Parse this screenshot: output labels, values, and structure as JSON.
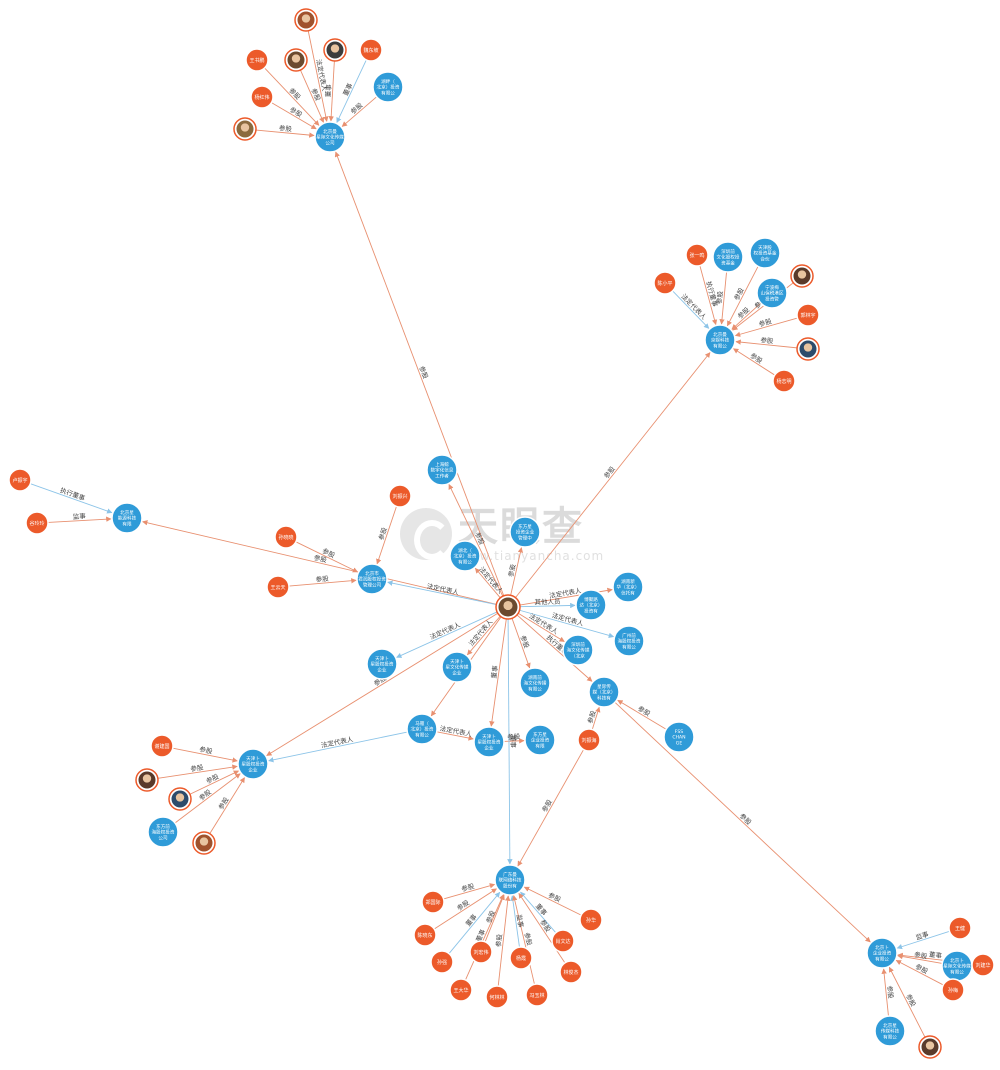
{
  "watermark": {
    "brand": "天眼查",
    "url": "www.tianyancha.com"
  },
  "edge_labels": {
    "invest": "参股",
    "legal_rep": "法定代表人",
    "exec": "高管",
    "director": "董事",
    "exec_director": "执行董事",
    "supervisor": "监事",
    "other_exec": "其他人员"
  },
  "colors": {
    "company": "#2f9bd8",
    "person": "#ec5a2a",
    "edge_orange": "#e89070",
    "edge_blue": "#8cc4e8",
    "edge_gray": "#b8b8b8"
  },
  "nodes": [
    {
      "id": "center",
      "type": "person",
      "label": "",
      "photo": true
    },
    {
      "id": "c_top",
      "type": "company",
      "label": "北京曼 星际文化传媒 公司"
    },
    {
      "id": "c_top_a",
      "type": "company",
      "label": "湖畔（ 北京）投资 有限公"
    },
    {
      "id": "p_top1",
      "type": "person",
      "label": "王书鹏"
    },
    {
      "id": "p_top2",
      "type": "person",
      "label": "杨红伟"
    },
    {
      "id": "p_top3",
      "type": "person",
      "label": "魏东坡"
    },
    {
      "id": "ph_top1",
      "type": "person",
      "label": "",
      "photo": true
    },
    {
      "id": "ph_top2",
      "type": "person",
      "label": "",
      "photo": true
    },
    {
      "id": "ph_top3",
      "type": "person",
      "label": "",
      "photo": true
    },
    {
      "id": "ph_top4",
      "type": "person",
      "label": "",
      "photo": true
    },
    {
      "id": "c_ne",
      "type": "company",
      "label": "北京曼 京娱科技 有限公"
    },
    {
      "id": "c_ne_a",
      "type": "company",
      "label": "深圳前 文化股权投 资基金"
    },
    {
      "id": "c_ne_b",
      "type": "company",
      "label": "天津股 权投资基金 合伙"
    },
    {
      "id": "c_ne_c",
      "type": "company",
      "label": "宁波梅 山保税港区 投资管"
    },
    {
      "id": "p_ne1",
      "type": "person",
      "label": "张一鸣"
    },
    {
      "id": "p_ne2",
      "type": "person",
      "label": "陈小平"
    },
    {
      "id": "p_ne3",
      "type": "person",
      "label": "郭林宇"
    },
    {
      "id": "p_ne4",
      "type": "person",
      "label": "杨志明"
    },
    {
      "id": "ph_ne1",
      "type": "person",
      "label": "",
      "photo": true
    },
    {
      "id": "ph_ne2",
      "type": "person",
      "label": "",
      "photo": true
    },
    {
      "id": "c_w",
      "type": "company",
      "label": "北京星 能源科技 有限"
    },
    {
      "id": "p_w1",
      "type": "person",
      "label": "卢振宇"
    },
    {
      "id": "p_w2",
      "type": "person",
      "label": "谷玲玲"
    },
    {
      "id": "c_mid1",
      "type": "company",
      "label": "北京市 君润股权投资 管理公司"
    },
    {
      "id": "p_mid1",
      "type": "person",
      "label": "孙晓晓"
    },
    {
      "id": "c_mid2",
      "type": "company",
      "label": "上海鲸 数字化信息 工作者"
    },
    {
      "id": "c_mid3",
      "type": "company",
      "label": "湖北（ 北京）投资 有限公"
    },
    {
      "id": "c_mid4",
      "type": "company",
      "label": "东方星 投资企业 管理中"
    },
    {
      "id": "p_mid2",
      "type": "person",
      "label": "王云天"
    },
    {
      "id": "p_mid3",
      "type": "person",
      "label": "刘振兴"
    },
    {
      "id": "c_r1",
      "type": "company",
      "label": "湖南新 华（北京） 信托有"
    },
    {
      "id": "c_r2",
      "type": "company",
      "label": "博聚路 达（北京） 投资有"
    },
    {
      "id": "c_r3",
      "type": "company",
      "label": "深圳前 海文化传媒 （北京"
    },
    {
      "id": "c_r4",
      "type": "company",
      "label": "广州前 海股权投资 有限公"
    },
    {
      "id": "c_r5",
      "type": "company",
      "label": "星际传 媒（北京） 科技有"
    },
    {
      "id": "c_r6",
      "type": "company",
      "label": "FSS CHAN GE"
    },
    {
      "id": "p_r1",
      "type": "person",
      "label": "刘振海"
    },
    {
      "id": "c_l1",
      "type": "company",
      "label": "天津卜 星股权投资 企业"
    },
    {
      "id": "c_l2",
      "type": "company",
      "label": "天津卜 星文化传媒 企业"
    },
    {
      "id": "c_l3",
      "type": "company",
      "label": "马雁（ 北京）投资 有限公"
    },
    {
      "id": "c_l4",
      "type": "company",
      "label": "天津卜 星股权投资 企业"
    },
    {
      "id": "c_l5",
      "type": "company",
      "label": "湖南前 海文化传播 有限公"
    },
    {
      "id": "c_l6",
      "type": "company",
      "label": "东方星 企业投资 有限"
    },
    {
      "id": "c_sw",
      "type": "company",
      "label": "天津卜 星股权投资 企业"
    },
    {
      "id": "c_sw_a",
      "type": "company",
      "label": "东方前 海股权投资 公司"
    },
    {
      "id": "p_sw1",
      "type": "person",
      "label": "谢建国"
    },
    {
      "id": "ph_sw1",
      "type": "person",
      "label": "",
      "photo": true
    },
    {
      "id": "ph_sw2",
      "type": "person",
      "label": "",
      "photo": true
    },
    {
      "id": "ph_sw3",
      "type": "person",
      "label": "",
      "photo": true
    },
    {
      "id": "c_s",
      "type": "company",
      "label": "广东曼 联网络科技 股份有"
    },
    {
      "id": "p_s1",
      "type": "person",
      "label": "郑国际"
    },
    {
      "id": "p_s2",
      "type": "person",
      "label": "陈晓东"
    },
    {
      "id": "p_s3",
      "type": "person",
      "label": "孙强"
    },
    {
      "id": "p_s4",
      "type": "person",
      "label": "王大华"
    },
    {
      "id": "p_s5",
      "type": "person",
      "label": "刘宏伟"
    },
    {
      "id": "p_s6",
      "type": "person",
      "label": "何林林"
    },
    {
      "id": "p_s7",
      "type": "person",
      "label": "杨霞"
    },
    {
      "id": "p_s8",
      "type": "person",
      "label": "冯玉林"
    },
    {
      "id": "p_s9",
      "type": "person",
      "label": "肖文达"
    },
    {
      "id": "p_s10",
      "type": "person",
      "label": "林俊杰"
    },
    {
      "id": "p_s11",
      "type": "person",
      "label": "孙华"
    },
    {
      "id": "c_se",
      "type": "company",
      "label": "北京卜 企业投资 有限公"
    },
    {
      "id": "c_se_a",
      "type": "company",
      "label": "北京卜 星际文化传媒 有限公"
    },
    {
      "id": "c_se_b",
      "type": "company",
      "label": "北京星 传媒科技 有限公"
    },
    {
      "id": "p_se1",
      "type": "person",
      "label": "王健"
    },
    {
      "id": "p_se2",
      "type": "person",
      "label": "刘建华"
    },
    {
      "id": "p_se3",
      "type": "person",
      "label": "孙梅"
    },
    {
      "id": "ph_se1",
      "type": "person",
      "label": "",
      "photo": true
    }
  ],
  "edges": [
    {
      "from": "center",
      "to": "c_top",
      "label": "参股"
    },
    {
      "from": "c_top_a",
      "to": "c_top",
      "label": "参股"
    },
    {
      "from": "p_top1",
      "to": "c_top",
      "label": "参股"
    },
    {
      "from": "p_top2",
      "to": "c_top",
      "label": "参股"
    },
    {
      "from": "p_top3",
      "to": "c_top",
      "label": "董事"
    },
    {
      "from": "ph_top1",
      "to": "c_top",
      "label": "法定代表人"
    },
    {
      "from": "ph_top2",
      "to": "c_top",
      "label": "参股"
    },
    {
      "from": "ph_top3",
      "to": "c_top",
      "label": "董事"
    },
    {
      "from": "ph_top4",
      "to": "c_top",
      "label": "参股"
    },
    {
      "from": "center",
      "to": "c_ne",
      "label": "参股"
    },
    {
      "from": "c_ne_a",
      "to": "c_ne",
      "label": "参股"
    },
    {
      "from": "c_ne_b",
      "to": "c_ne",
      "label": "参股"
    },
    {
      "from": "c_ne_c",
      "to": "c_ne",
      "label": "参股"
    },
    {
      "from": "p_ne1",
      "to": "c_ne",
      "label": "执行董事"
    },
    {
      "from": "p_ne2",
      "to": "c_ne",
      "label": "法定代表人"
    },
    {
      "from": "p_ne3",
      "to": "c_ne",
      "label": "参股"
    },
    {
      "from": "p_ne4",
      "to": "c_ne",
      "label": "参股"
    },
    {
      "from": "ph_ne1",
      "to": "c_ne",
      "label": "参股"
    },
    {
      "from": "ph_ne2",
      "to": "c_ne",
      "label": "参股"
    },
    {
      "from": "center",
      "to": "c_w",
      "label": "参股"
    },
    {
      "from": "p_w1",
      "to": "c_w",
      "label": "执行董事"
    },
    {
      "from": "p_w2",
      "to": "c_w",
      "label": "监事"
    },
    {
      "from": "center",
      "to": "c_mid1",
      "label": "法定代表人"
    },
    {
      "from": "p_mid1",
      "to": "c_mid1",
      "label": "参股"
    },
    {
      "from": "p_mid2",
      "to": "c_mid1",
      "label": "参股"
    },
    {
      "from": "p_mid3",
      "to": "c_mid1",
      "label": "参股"
    },
    {
      "from": "center",
      "to": "c_mid2",
      "label": "参股"
    },
    {
      "from": "center",
      "to": "c_mid3",
      "label": "法定代表人"
    },
    {
      "from": "center",
      "to": "c_mid4",
      "label": "参股"
    },
    {
      "from": "center",
      "to": "c_r1",
      "label": "法定代表人"
    },
    {
      "from": "center",
      "to": "c_r2",
      "label": "其他人员"
    },
    {
      "from": "center",
      "to": "c_r3",
      "label": "法定代表人"
    },
    {
      "from": "center",
      "to": "c_r4",
      "label": "法定代表人"
    },
    {
      "from": "center",
      "to": "c_r5",
      "label": "执行董事"
    },
    {
      "from": "c_r6",
      "to": "c_r5",
      "label": "参股"
    },
    {
      "from": "p_r1",
      "to": "c_r5",
      "label": "参股"
    },
    {
      "from": "center",
      "to": "c_l1",
      "label": "法定代表人"
    },
    {
      "from": "center",
      "to": "c_l2",
      "label": "法定代表人"
    },
    {
      "from": "center",
      "to": "c_l3",
      "label": "参股"
    },
    {
      "from": "center",
      "to": "c_l4",
      "label": "董事"
    },
    {
      "from": "center",
      "to": "c_l5",
      "label": "参股"
    },
    {
      "from": "c_l3",
      "to": "c_l4",
      "label": "法定代表人"
    },
    {
      "from": "c_l4",
      "to": "c_l6",
      "label": "参股"
    },
    {
      "from": "center",
      "to": "c_sw",
      "label": "参股"
    },
    {
      "from": "c_l3",
      "to": "c_sw",
      "label": "法定代表人"
    },
    {
      "from": "c_sw_a",
      "to": "c_sw",
      "label": "参股"
    },
    {
      "from": "p_sw1",
      "to": "c_sw",
      "label": "参股"
    },
    {
      "from": "ph_sw1",
      "to": "c_sw",
      "label": "参股"
    },
    {
      "from": "ph_sw2",
      "to": "c_sw",
      "label": "参股"
    },
    {
      "from": "ph_sw3",
      "to": "c_sw",
      "label": "参股"
    },
    {
      "from": "center",
      "to": "c_s",
      "label": "董事"
    },
    {
      "from": "p_r1",
      "to": "c_s",
      "label": "参股"
    },
    {
      "from": "p_s1",
      "to": "c_s",
      "label": "参股"
    },
    {
      "from": "p_s2",
      "to": "c_s",
      "label": "参股"
    },
    {
      "from": "p_s3",
      "to": "c_s",
      "label": "董事"
    },
    {
      "from": "p_s4",
      "to": "c_s",
      "label": "董事"
    },
    {
      "from": "p_s5",
      "to": "c_s",
      "label": "参股"
    },
    {
      "from": "p_s6",
      "to": "c_s",
      "label": "参股"
    },
    {
      "from": "p_s7",
      "to": "c_s",
      "label": "监事"
    },
    {
      "from": "p_s8",
      "to": "c_s",
      "label": "参股"
    },
    {
      "from": "p_s9",
      "to": "c_s",
      "label": "董事"
    },
    {
      "from": "p_s10",
      "to": "c_s",
      "label": "参股"
    },
    {
      "from": "p_s11",
      "to": "c_s",
      "label": "参股"
    },
    {
      "from": "c_r5",
      "to": "c_se",
      "label": "参股"
    },
    {
      "from": "c_se_a",
      "to": "c_se",
      "label": "参股"
    },
    {
      "from": "c_se_b",
      "to": "c_se",
      "label": "参股"
    },
    {
      "from": "p_se1",
      "to": "c_se",
      "label": "监事"
    },
    {
      "from": "p_se2",
      "to": "c_se",
      "label": "董事"
    },
    {
      "from": "p_se3",
      "to": "c_se",
      "label": "参股"
    },
    {
      "from": "ph_se1",
      "to": "c_se",
      "label": "参股"
    }
  ]
}
